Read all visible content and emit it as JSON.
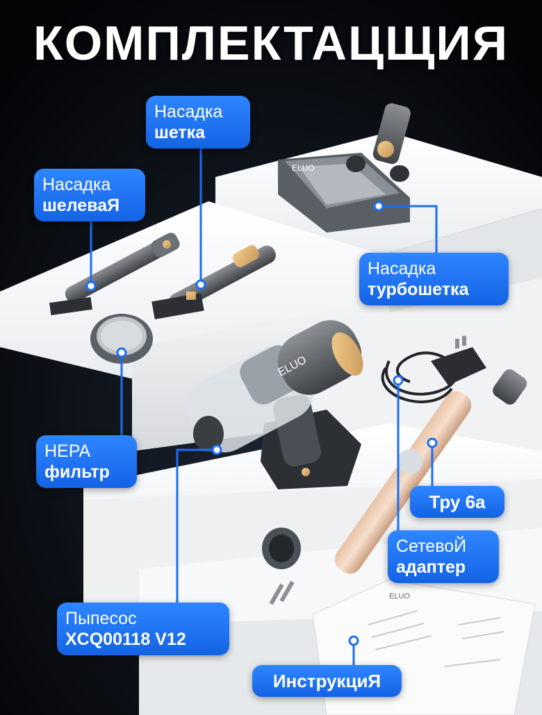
{
  "title": "КОМПЛЕКТАЦЩИЯ",
  "accent_color": "#1a6ef5",
  "labels": {
    "brush": {
      "line1": "Насадка",
      "line2": "шетка"
    },
    "crevice": {
      "line1": "Насадка",
      "line2": "шелеваЯ"
    },
    "turbo": {
      "line1": "Насадка",
      "line2": "турбошетка"
    },
    "hepa": {
      "line1": "HEPA",
      "line2": "фильтр"
    },
    "tube": {
      "line1": "Тру 6а"
    },
    "adapter": {
      "line1": "СетевоЙ",
      "line2": "адаптер"
    },
    "vacuum": {
      "line1": "Пыпесос",
      "line2": "XCQ00118 V12"
    },
    "manual": {
      "line1": "ИнструкциЯ"
    }
  },
  "brand_marks": [
    "ELUO"
  ]
}
